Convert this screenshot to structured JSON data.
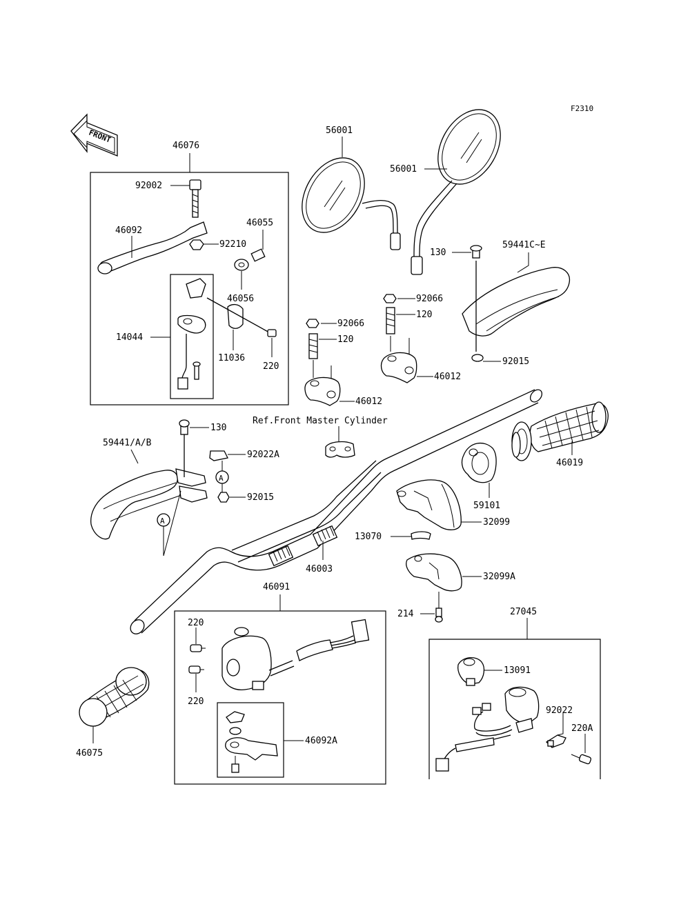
{
  "figure_code": "F2310",
  "front_arrow": {
    "label": "FRONT",
    "icon": "front-direction-arrow-icon"
  },
  "reference_note": "Ref.Front Master Cylinder",
  "callout_marker": "A",
  "labels": {
    "p46076": "46076",
    "p92002": "92002",
    "p46092": "46092",
    "p92210": "92210",
    "p46055": "46055",
    "p46056": "46056",
    "p14044": "14044",
    "p11036": "11036",
    "p220a": "220",
    "p56001a": "56001",
    "p56001b": "56001",
    "p130a": "130",
    "p59441ce": "59441C~E",
    "p92066a": "92066",
    "p120a": "120",
    "p92066b": "92066",
    "p120b": "120",
    "p46012a": "46012",
    "p92015a": "92015",
    "p46012b": "46012",
    "p130b": "130",
    "p59441ab": "59441/A/B",
    "p92022a": "92022A",
    "p92015b": "92015",
    "p46019": "46019",
    "p59101": "59101",
    "p32099": "32099",
    "p13070": "13070",
    "p46003": "46003",
    "p32099a": "32099A",
    "p214": "214",
    "p46091": "46091",
    "p27045": "27045",
    "p220b": "220",
    "p220c": "220",
    "p13091": "13091",
    "p92022": "92022",
    "p220ab": "220A",
    "p46092a": "46092A",
    "p46075": "46075"
  }
}
